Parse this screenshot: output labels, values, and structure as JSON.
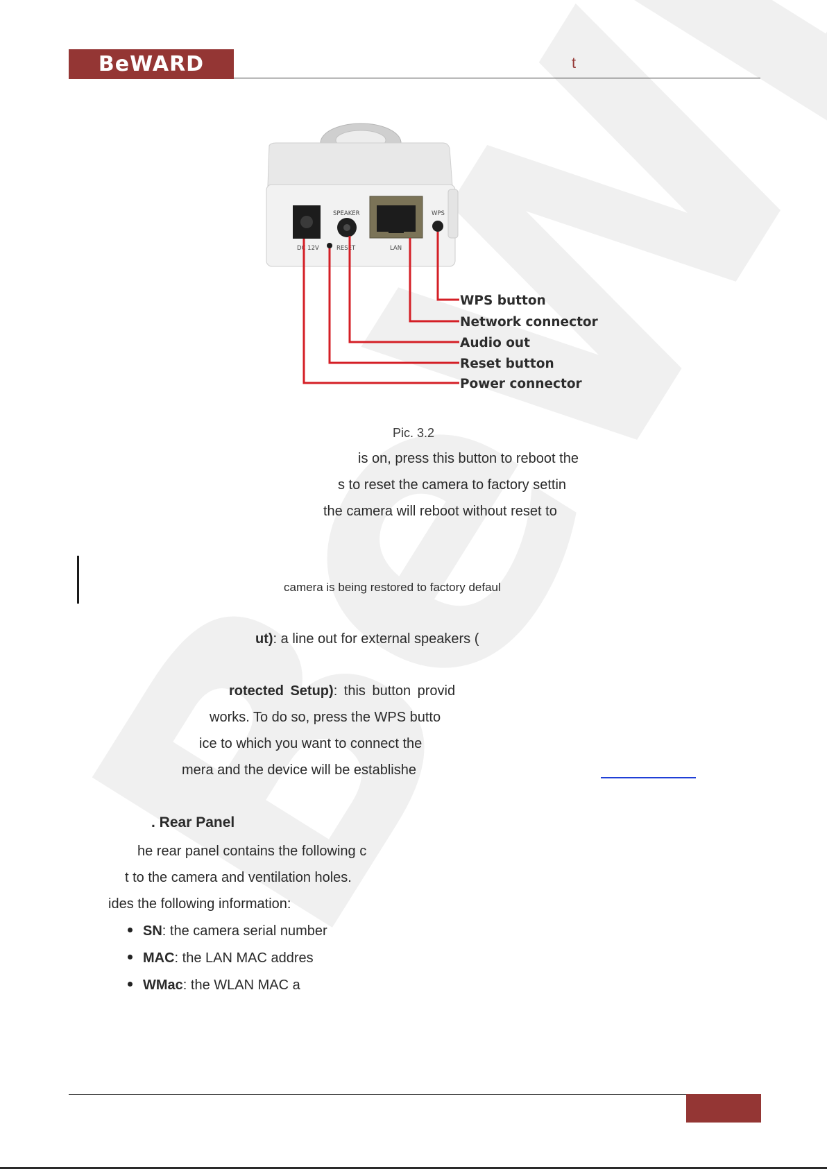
{
  "header": {
    "logo_text": "BeWARD",
    "title_fragment": "t",
    "accent_color": "#943634"
  },
  "figure": {
    "panel_labels": {
      "dc": "DC 12V",
      "speaker": "SPEAKER",
      "reset": "RESET",
      "lan": "LAN",
      "wps": "WPS"
    },
    "callouts": [
      "WPS button",
      "Network connector",
      "Audio out",
      "Reset button",
      "Power connector"
    ],
    "caption": "Pic. 3.2"
  },
  "body": {
    "reset_line1": "is on, press this button to reboot the",
    "reset_line2": "s to reset the camera to factory settin",
    "reset_line3": "the camera will reboot without reset to",
    "note": "camera is being restored to factory defaul",
    "audio_bold": "ut)",
    "audio_text": ": a line out for external speakers (",
    "wps_bold": "rotected Setup)",
    "wps_text": ": this button provid",
    "wps_line2": "works. To do so, press the WPS butto",
    "wps_line3": "ice to which you want to connect the",
    "wps_line4": "mera and the device will be establishe"
  },
  "rear_panel": {
    "heading": ". Rear Panel",
    "line1": "he rear panel contains the following c",
    "line2": "t to the camera and ventilation holes.",
    "line3": "ides the following information:",
    "bullets": [
      {
        "bold": "SN",
        "text": ": the camera serial number"
      },
      {
        "bold": "MAC",
        "text": ": the LAN MAC addres"
      },
      {
        "bold": "WMac",
        "text": ": the WLAN MAC a"
      }
    ]
  }
}
